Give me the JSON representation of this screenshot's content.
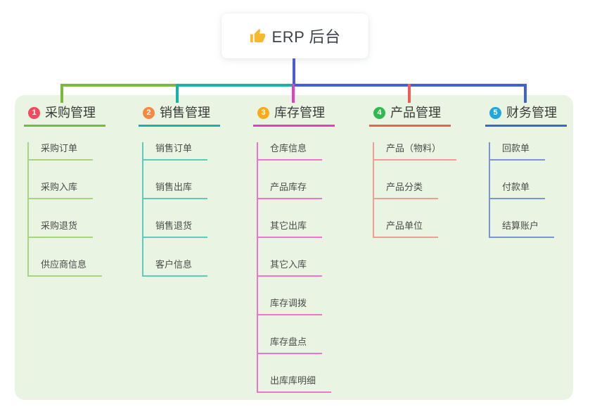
{
  "root": {
    "label": "ERP 后台",
    "icon": "thumbs-up-icon",
    "icon_color": "#f6b92c"
  },
  "connectors": {
    "root_line_color": "#4a5cd6"
  },
  "canvas": {
    "page_bg": "#ffffff",
    "panel_bg": "#e9f5e2"
  },
  "branches": [
    {
      "badge": "1",
      "badge_color": "#f5495e",
      "label": "采购管理",
      "line_color": "#7ab93d",
      "child_line_color": "#a8d37f",
      "children": [
        "采购订单",
        "采购入库",
        "采购退货",
        "供应商信息"
      ]
    },
    {
      "badge": "2",
      "badge_color": "#f7883f",
      "label": "销售管理",
      "line_color": "#17b3a4",
      "child_line_color": "#5ec9bd",
      "children": [
        "销售订单",
        "销售出库",
        "销售退货",
        "客户信息"
      ]
    },
    {
      "badge": "3",
      "badge_color": "#fbab19",
      "label": "库存管理",
      "line_color": "#e83dbd",
      "child_line_color": "#ef74cd",
      "children": [
        "仓库信息",
        "产品库存",
        "其它出库",
        "其它入库",
        "库存调拨",
        "库存盘点",
        "出库库明细"
      ]
    },
    {
      "badge": "4",
      "badge_color": "#2eba4e",
      "label": "产品管理",
      "line_color": "#f25c57",
      "child_line_color": "#f59b96",
      "children": [
        "产品（物料）",
        "产品分类",
        "产品单位"
      ]
    },
    {
      "badge": "5",
      "badge_color": "#21a6e0",
      "label": "财务管理",
      "line_color": "#4362d2",
      "child_line_color": "#7b93d8",
      "children": [
        "回款单",
        "付款单",
        "结算账户"
      ]
    }
  ]
}
